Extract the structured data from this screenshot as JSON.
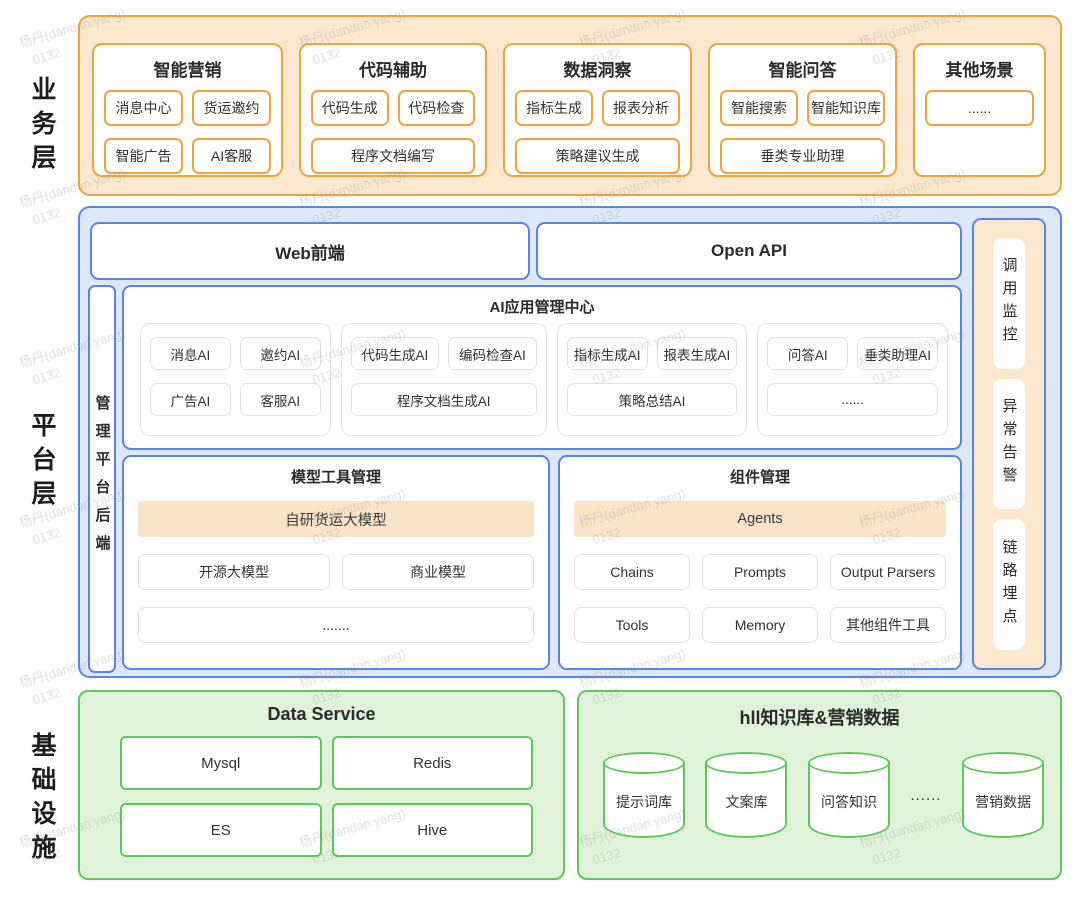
{
  "watermark": {
    "line1": "杨丹(dandan.yang)",
    "line2": "0132"
  },
  "rail": {
    "business_label": "业务层",
    "platform_label": "平台层",
    "infra_label": "基础设施"
  },
  "business": {
    "cards": [
      {
        "title": "智能营销",
        "rows": [
          [
            "消息中心",
            "货运邀约"
          ],
          [
            "智能广告",
            "AI客服"
          ]
        ]
      },
      {
        "title": "代码辅助",
        "rows": [
          [
            "代码生成",
            "代码检查"
          ],
          [
            "程序文档编写"
          ]
        ]
      },
      {
        "title": "数据洞察",
        "rows": [
          [
            "指标生成",
            "报表分析"
          ],
          [
            "策略建议生成"
          ]
        ]
      },
      {
        "title": "智能问答",
        "rows": [
          [
            "智能搜索",
            "智能知识库"
          ],
          [
            "垂类专业助理"
          ]
        ]
      },
      {
        "title": "其他场景",
        "rows": [
          [
            "......"
          ]
        ]
      }
    ]
  },
  "platform": {
    "web_frontend": "Web前端",
    "open_api": "Open API",
    "backend_vertical": "管理平台后端",
    "ai_center": {
      "title": "AI应用管理中心",
      "groups": [
        {
          "rows": [
            [
              "消息AI",
              "邀约AI"
            ],
            [
              "广告AI",
              "客服AI"
            ]
          ]
        },
        {
          "rows": [
            [
              "代码生成AI",
              "编码检查AI"
            ],
            [
              "程序文档生成AI"
            ]
          ]
        },
        {
          "rows": [
            [
              "指标生成AI",
              "报表生成AI"
            ],
            [
              "策略总结AI"
            ]
          ]
        },
        {
          "rows": [
            [
              "问答AI",
              "垂类助理AI"
            ],
            [
              "......"
            ]
          ]
        }
      ]
    },
    "model_mgmt": {
      "title": "模型工具管理",
      "highlight": "自研货运大模型",
      "row": [
        "开源大模型",
        "商业模型"
      ],
      "wide": "......."
    },
    "component_mgmt": {
      "title": "组件管理",
      "highlight": "Agents",
      "rows": [
        [
          "Chains",
          "Prompts",
          "Output Parsers"
        ],
        [
          "Tools",
          "Memory",
          "其他组件工具"
        ]
      ]
    },
    "monitor_items": [
      "调用监控",
      "异常告警",
      "链路埋点"
    ]
  },
  "infrastructure": {
    "data_service": {
      "title": "Data Service",
      "rows": [
        [
          "Mysql",
          "Redis"
        ],
        [
          "ES",
          "Hive"
        ]
      ]
    },
    "knowledge": {
      "title": "hll知识库&营销数据",
      "cylinders": [
        "提示词库",
        "文案库",
        "问答知识",
        "营销数据"
      ],
      "dots": "......"
    }
  },
  "colors": {
    "orange_border": "#F2A33C",
    "orange_fill": "#FBE8CE",
    "blue_border": "#5B83E8",
    "blue_fill": "#DEE8FB",
    "green_border": "#5EC95B",
    "green_fill": "#E0F3DA",
    "highlight_fill": "#FAE4C8"
  }
}
